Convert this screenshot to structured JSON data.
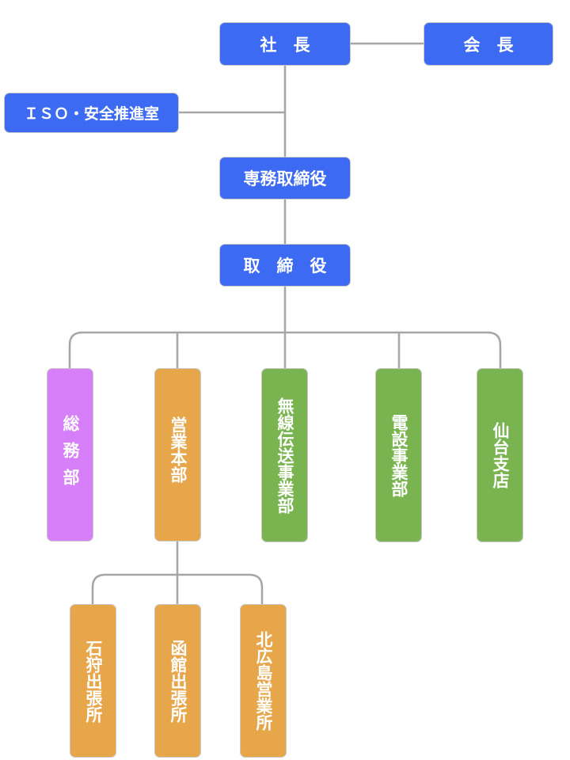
{
  "top": {
    "president": "社　長",
    "chairman": "会　長",
    "iso_office": "ＩＳＯ・安全推進室",
    "senior_director": "専務取締役",
    "director": "取　締　役"
  },
  "departments": {
    "general_affairs": "総務部",
    "sales_hq": "営業本部",
    "wireless": "無線伝送事業部",
    "electric": "電設事業部",
    "sendai": "仙台支店"
  },
  "offices": {
    "ishikari": "石狩出張所",
    "hakodate": "函館出張所",
    "kitahiroshima": "北広島営業所"
  },
  "colors": {
    "executive": "#3d6af2",
    "general_affairs": "#d67ff8",
    "sales": "#e8a64b",
    "business": "#79b451",
    "connector": "#a6a6a6"
  }
}
